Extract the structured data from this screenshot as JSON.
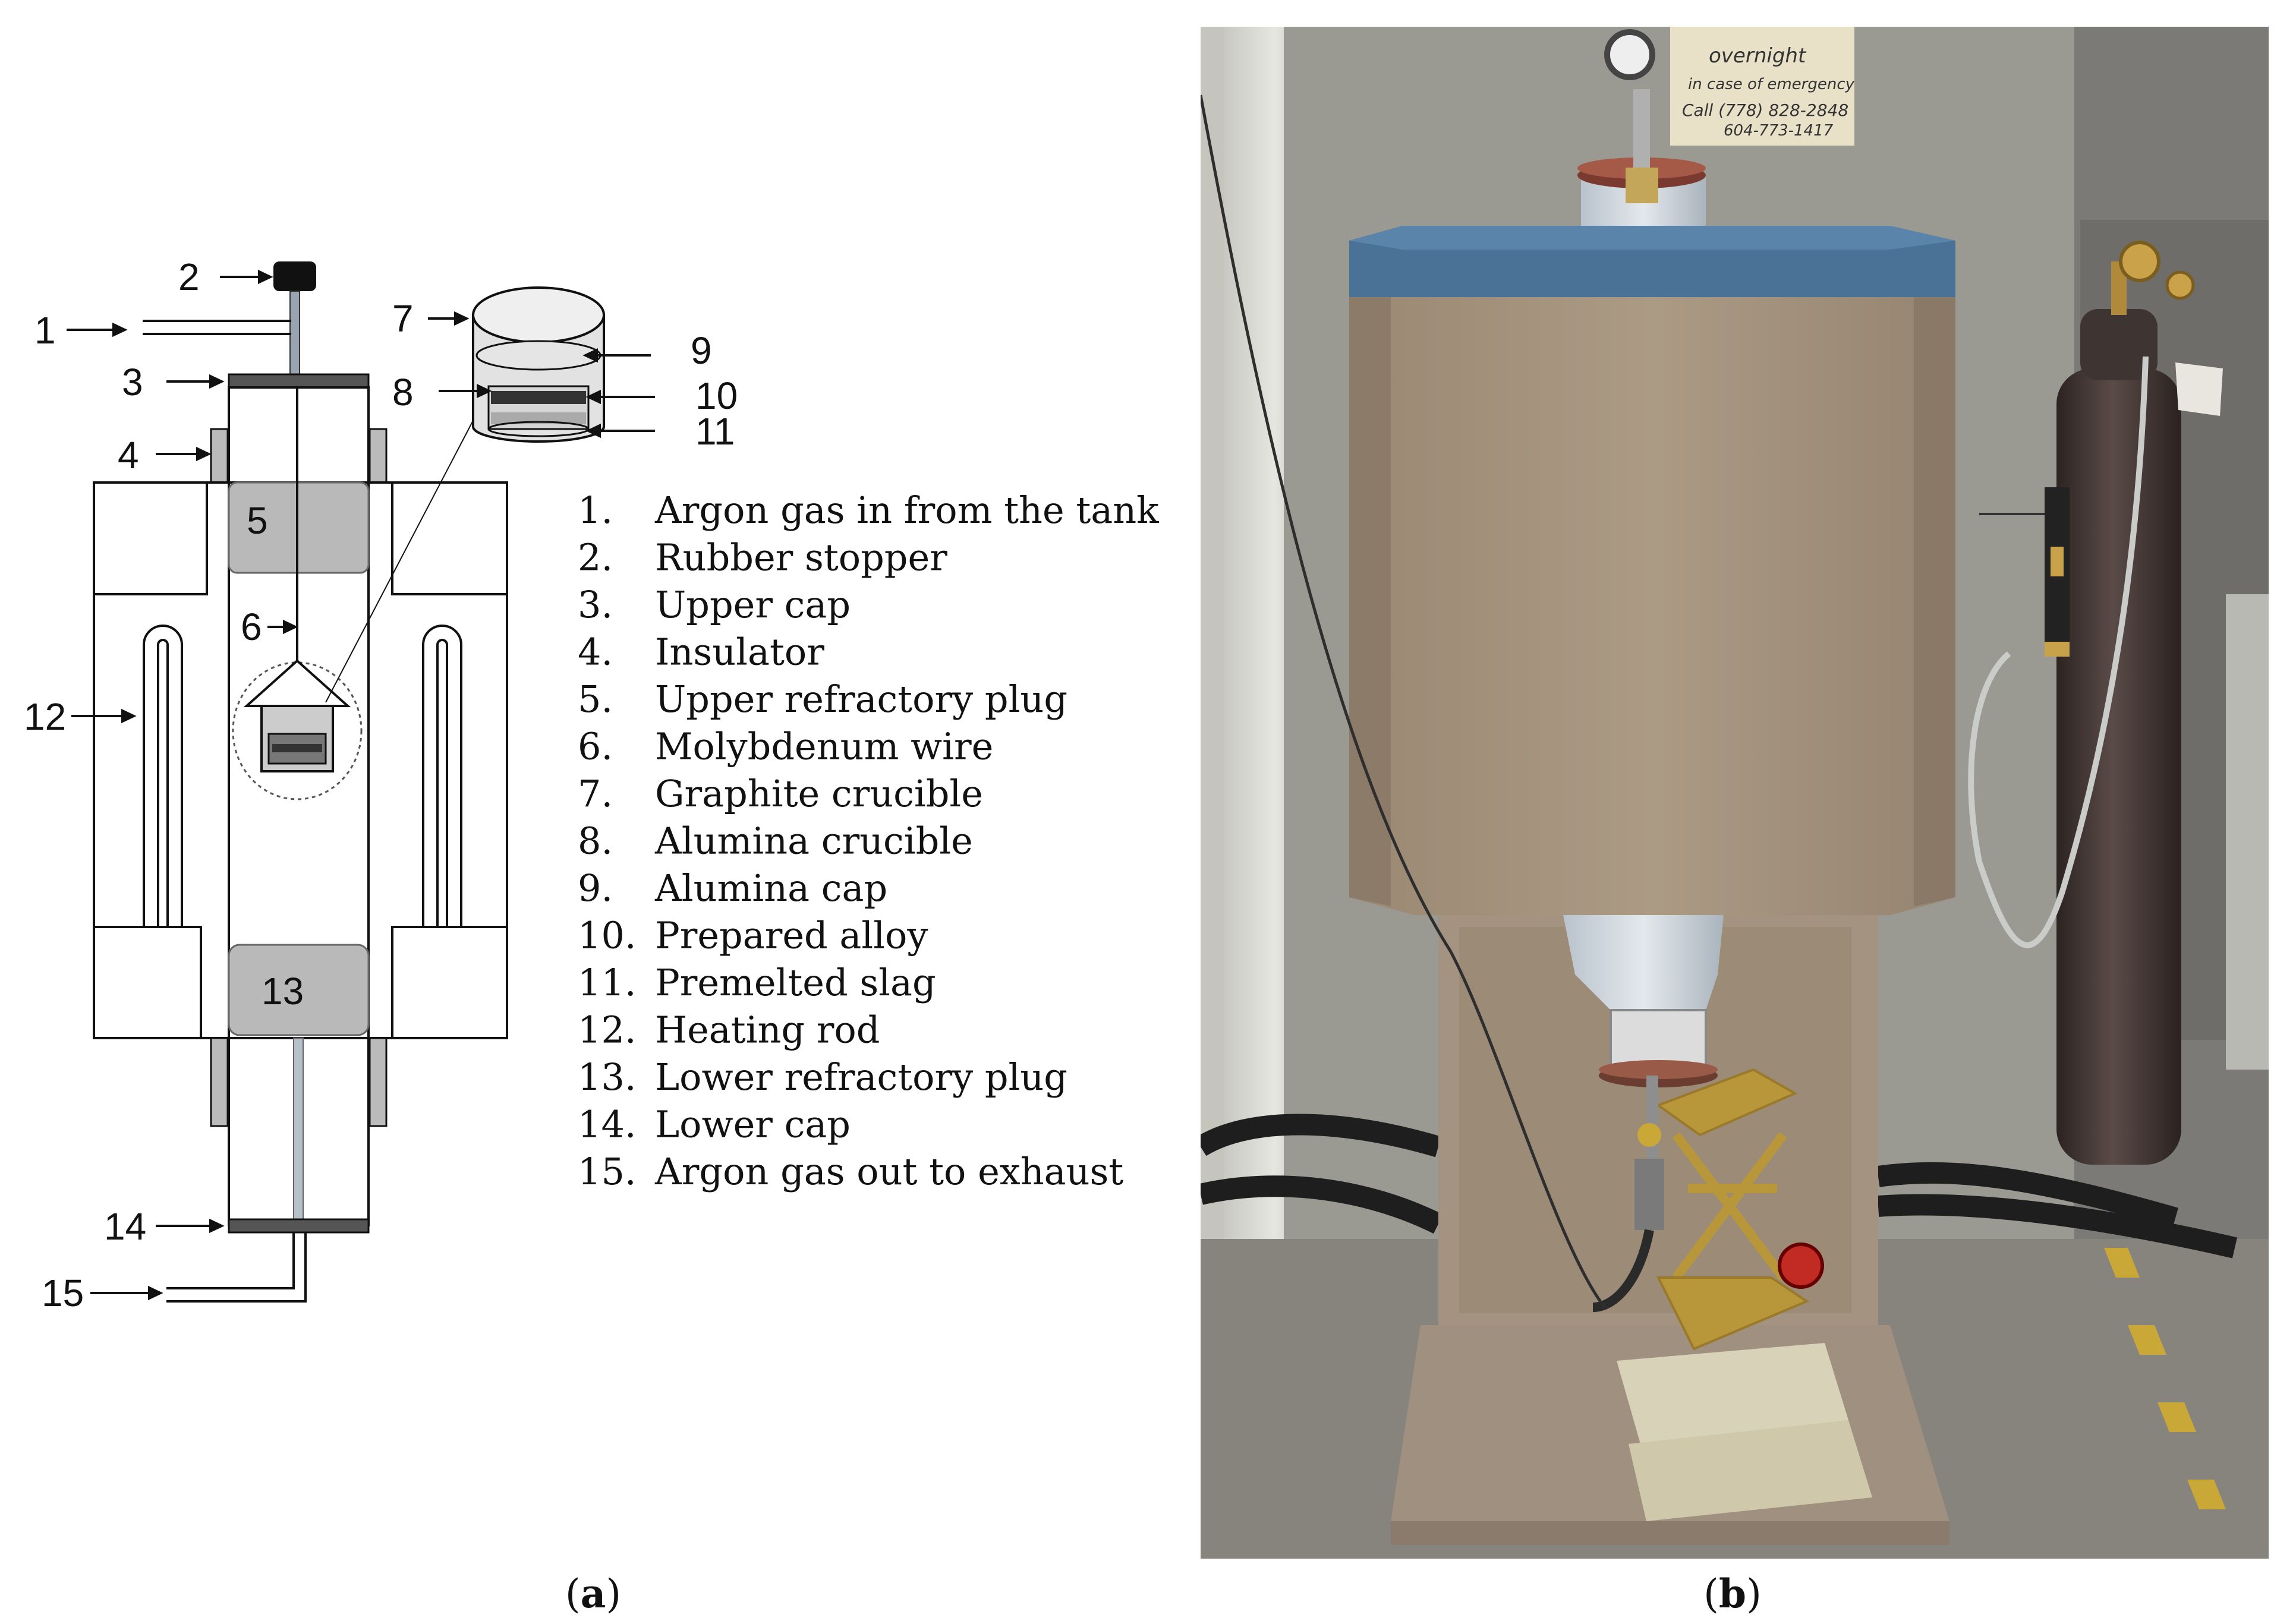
{
  "diagram": {
    "callouts": [
      {
        "id": "1",
        "text": "1"
      },
      {
        "id": "2",
        "text": "2"
      },
      {
        "id": "3",
        "text": "3"
      },
      {
        "id": "4",
        "text": "4"
      },
      {
        "id": "5",
        "text": "5"
      },
      {
        "id": "6",
        "text": "6"
      },
      {
        "id": "7",
        "text": "7"
      },
      {
        "id": "8",
        "text": "8"
      },
      {
        "id": "9",
        "text": "9"
      },
      {
        "id": "10",
        "text": "10"
      },
      {
        "id": "11",
        "text": "11"
      },
      {
        "id": "12",
        "text": "12"
      },
      {
        "id": "13",
        "text": "13"
      },
      {
        "id": "14",
        "text": "14"
      },
      {
        "id": "15",
        "text": "15"
      }
    ],
    "legend": [
      {
        "num": "1.",
        "label": "Argon gas in from the tank"
      },
      {
        "num": "2.",
        "label": "Rubber stopper"
      },
      {
        "num": "3.",
        "label": "Upper cap"
      },
      {
        "num": "4.",
        "label": "Insulator"
      },
      {
        "num": "5.",
        "label": "Upper refractory plug"
      },
      {
        "num": "6.",
        "label": "Molybdenum wire"
      },
      {
        "num": "7.",
        "label": "Graphite crucible"
      },
      {
        "num": "8.",
        "label": "Alumina crucible"
      },
      {
        "num": "9.",
        "label": "Alumina cap"
      },
      {
        "num": "10.",
        "label": "Prepared alloy"
      },
      {
        "num": "11.",
        "label": "Premelted slag"
      },
      {
        "num": "12.",
        "label": "Heating rod"
      },
      {
        "num": "13.",
        "label": "Lower refractory plug"
      },
      {
        "num": "14.",
        "label": "Lower cap"
      },
      {
        "num": "15.",
        "label": "Argon gas out to exhaust"
      }
    ],
    "panel_a": {
      "open": "(",
      "letter": "a",
      "close": ")"
    }
  },
  "photo": {
    "note_line1": "overnight",
    "note_line2": "in case of emergency",
    "note_line3": "Call (778) 828-2848",
    "note_line4": "604-773-1417",
    "panel_b": {
      "open": "(",
      "letter": "b",
      "close": ")"
    }
  },
  "colors": {
    "furnace_body": "#a2907a",
    "furnace_top": "#4a7196",
    "wall": "#9a9a94",
    "floor": "#8e8b84",
    "cylinder": "#3e3432",
    "brass": "#b8963a",
    "refractory_plug": "#b9b9b9"
  }
}
